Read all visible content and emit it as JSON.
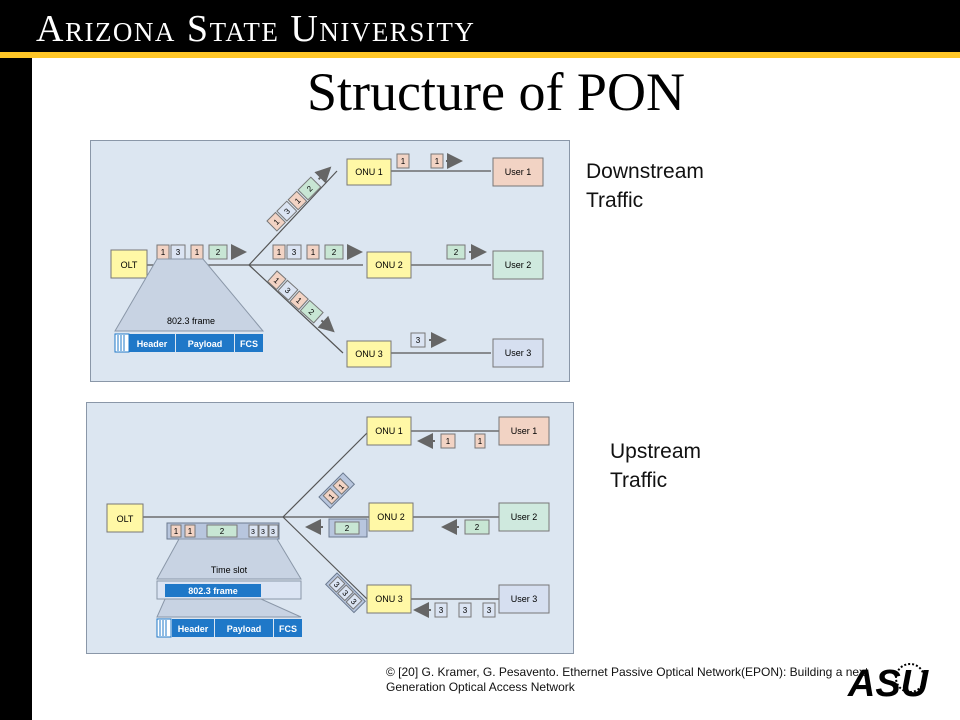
{
  "header": {
    "university": "Arizona State University"
  },
  "title": "Structure of PON",
  "downstream_label": [
    "Downstream",
    "Traffic"
  ],
  "upstream_label": [
    "Upstream",
    "Traffic"
  ],
  "citation": "© [20] G. Kramer, G. Pesavento. Ethernet Passive Optical Network(EPON): Building a next Generation Optical Access Network",
  "logo_text": "ASU",
  "downstream": {
    "olt": "OLT",
    "onus": [
      "ONU 1",
      "ONU 2",
      "ONU 3"
    ],
    "users": [
      "User 1",
      "User 2",
      "User 3"
    ],
    "frame_caption": "802.3 frame",
    "frame_fields": [
      "Header",
      "Payload",
      "FCS"
    ],
    "trunk_packets": [
      "1",
      "3",
      "1",
      "2"
    ],
    "branch_packets": [
      "1",
      "3",
      "1",
      "2"
    ],
    "delivered": [
      "1",
      "2",
      "3"
    ]
  },
  "upstream": {
    "olt": "OLT",
    "onus": [
      "ONU 1",
      "ONU 2",
      "ONU 3"
    ],
    "users": [
      "User 1",
      "User 2",
      "User 3"
    ],
    "timeslot_caption": "Time slot",
    "frame_caption": "802.3 frame",
    "frame_fields": [
      "Header",
      "Payload",
      "FCS"
    ],
    "trunk_packets": [
      "1",
      "1",
      "2",
      "3",
      "3",
      "3"
    ],
    "onu_packets": [
      "1",
      "1",
      "2",
      "3",
      "3",
      "3"
    ],
    "user_packets": [
      "1",
      "1",
      "2",
      "3",
      "3",
      "3"
    ]
  },
  "colors": {
    "onu": "#fff8a6",
    "user1": "#f2d3c4",
    "user2": "#cfe9de",
    "user3": "#d6dff0",
    "frame_blue": "#1f78c8",
    "packet2": "#c8e6d4",
    "packet3": "#dbe4f3",
    "gold": "#ffc627"
  }
}
